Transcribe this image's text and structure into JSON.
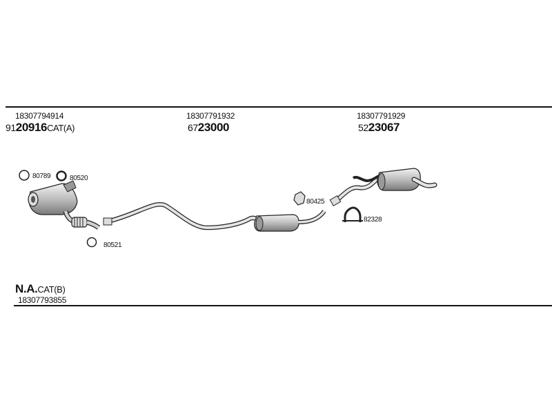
{
  "columns": [
    {
      "oe": "18307794914",
      "code_prefix": "91",
      "code_main": "20916",
      "code_suffix": "CAT(A)"
    },
    {
      "oe": "18307791932",
      "code_prefix": "67",
      "code_main": "23000",
      "code_suffix": ""
    },
    {
      "oe": "18307791929",
      "code_prefix": "52",
      "code_main": "23067",
      "code_suffix": ""
    }
  ],
  "parts": {
    "p80789": "80789",
    "p80520": "80520",
    "p80521": "80521",
    "p80425": "80425",
    "p82328": "82328"
  },
  "na": {
    "main": "N.A.",
    "suffix": "CAT(B)",
    "oe": "18307793855"
  }
}
